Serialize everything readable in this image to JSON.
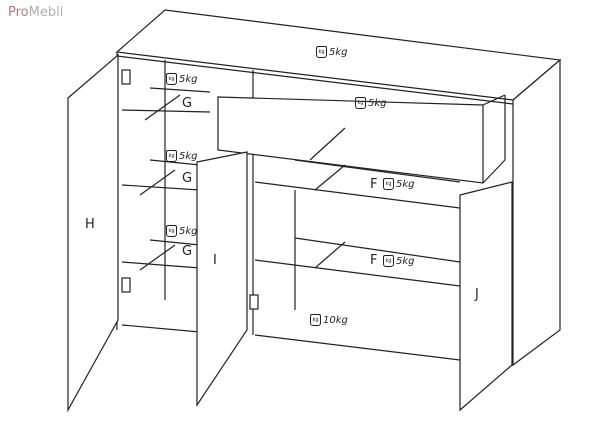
{
  "watermark": {
    "part1": "Pro",
    "part2": "Mebli"
  },
  "weights": {
    "top": "5kg",
    "drawer": "5kg",
    "left_shelf_1": "5kg",
    "left_shelf_2": "5kg",
    "left_shelf_3": "5kg",
    "right_shelf_1": "5kg",
    "right_shelf_2": "5kg",
    "bottom": "10kg"
  },
  "kg_icon": "kg",
  "labels": {
    "g1": "G",
    "g2": "G",
    "g3": "G",
    "f1": "F",
    "f2": "F",
    "h": "H",
    "i": "I",
    "j": "J"
  }
}
